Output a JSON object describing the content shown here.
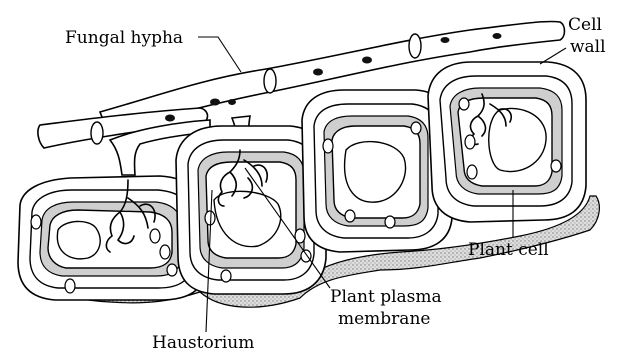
{
  "labels": {
    "fungal_hypha": "Fungal hypha",
    "cell_wall_line1": "Cell",
    "cell_wall_line2": "wall",
    "plant_cell": "Plant cell",
    "plant_plasma_membrane_line1": "Plant plasma",
    "plant_plasma_membrane_line2": "membrane",
    "haustorium": "Haustorium"
  }
}
